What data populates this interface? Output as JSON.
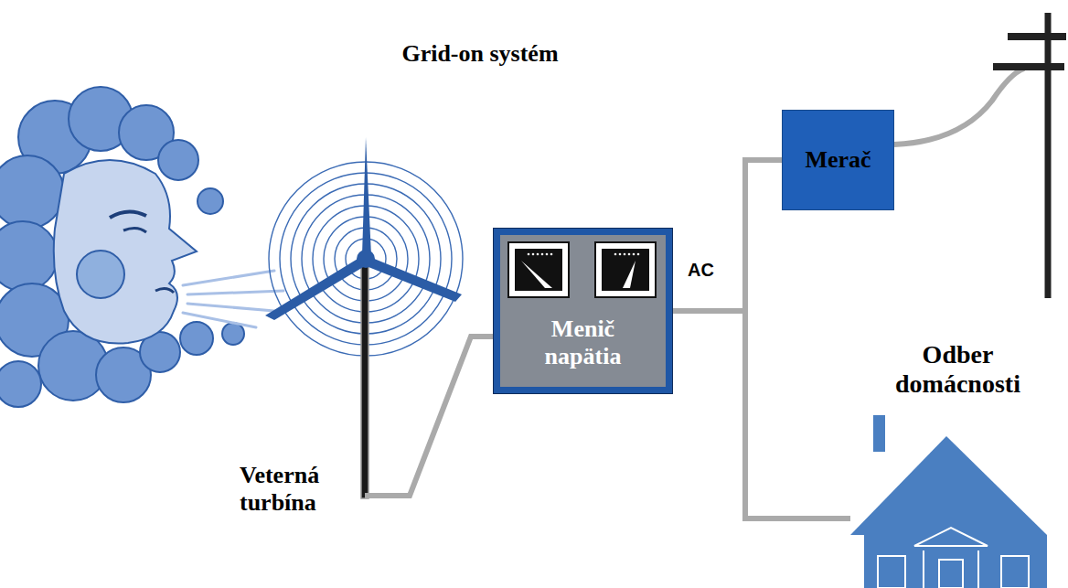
{
  "diagram": {
    "title": "Grid-on systém",
    "nodes": [
      {
        "text": [
          "Menič napätia"
        ]
      },
      {
        "text": [
          "Merač"
        ]
      },
      {
        "text": [
          "Odber domácnosti"
        ]
      }
    ],
    "edges": [
      {
        "from": 0,
        "to": 1,
        "arrow": "none"
      },
      {
        "from": 0,
        "to": 2,
        "arrow": "none"
      }
    ],
    "labels": [
      "AC",
      "Veterná turbína"
    ]
  }
}
